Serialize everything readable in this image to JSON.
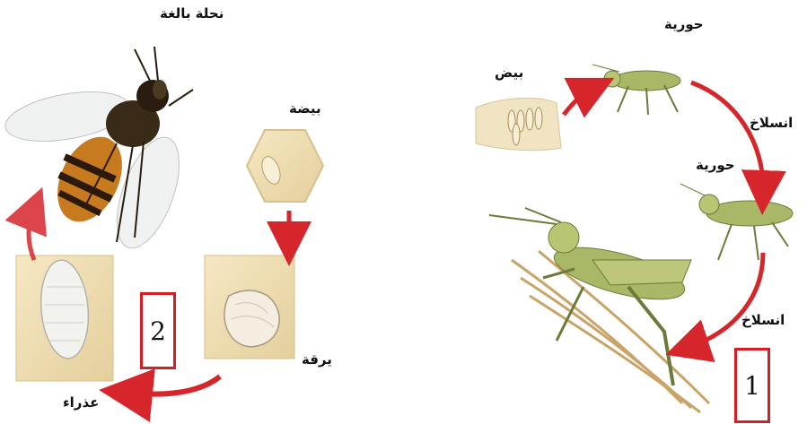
{
  "bee_cycle": {
    "adult_label": "نحلة بالغة",
    "egg_label": "بيضة",
    "larva_label": "يرقة",
    "pupa_label": "عذراء",
    "number_label": "2"
  },
  "grasshopper_cycle": {
    "nymph_top_label": "حورية",
    "egg_label": "بيض",
    "molt_top_label": "انسلاخ",
    "nymph_mid_label": "حورية",
    "molt_bottom_label": "انسلاخ",
    "number_label": "1"
  },
  "colors": {
    "arrow_red": "#d7262b",
    "box_border": "#d41f26",
    "insect_green": "#a9b866",
    "bee_stripe": "#c77a1e"
  }
}
